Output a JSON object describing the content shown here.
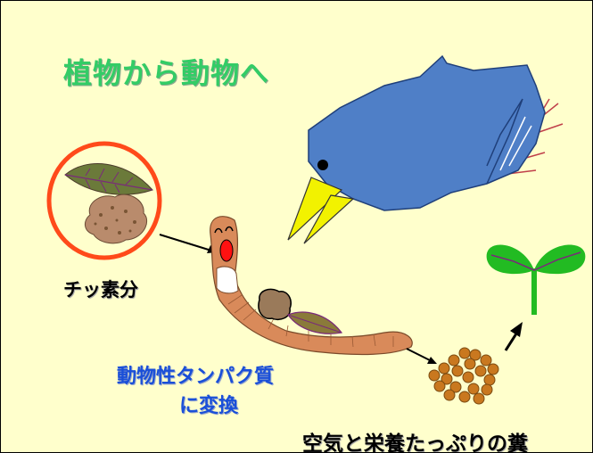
{
  "slide": {
    "title": "植物から動物へ",
    "label_nitrogen": "チッ素分",
    "label_protein_line1": "動物性タンパク質",
    "label_protein_line2": "に変換",
    "label_dung": "空気と栄養たっぷりの糞"
  },
  "colors": {
    "background": "#ffffcc",
    "title": "#33cc66",
    "protein_label": "#1a4fd8",
    "circle": "#ff4a1a",
    "bird": "#4f7fc7",
    "beak": "#f2f200",
    "worm": "#d98a5a",
    "sprout": "#22bb22"
  },
  "icons": [
    "leaf-icon",
    "soil-icon",
    "bird-icon",
    "earthworm-icon",
    "dung-pellets-icon",
    "sprout-icon"
  ]
}
